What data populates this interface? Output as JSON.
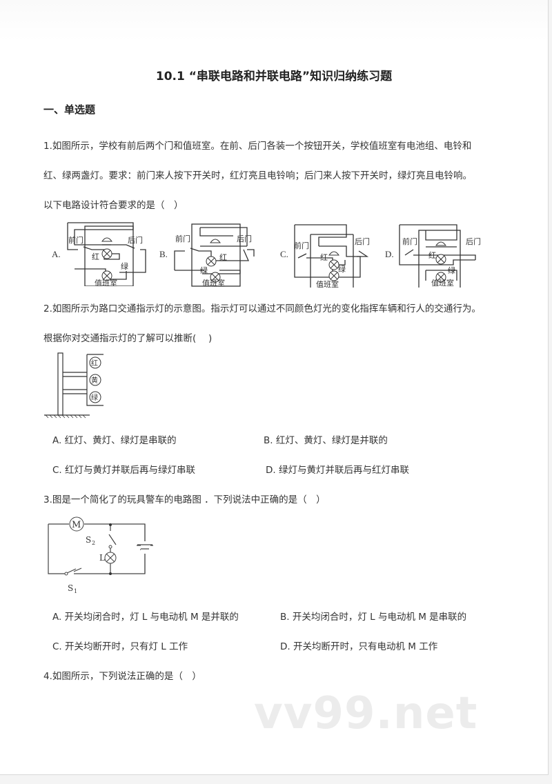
{
  "document": {
    "title": "10.1 “串联电路和并联电路”知识归纳练习题",
    "section": "一、单选题",
    "watermark": "vv99.net"
  },
  "questions": [
    {
      "lines": [
        "1.如图所示，学校有前后两个门和值班室。在前、后门各装一个按钮开关，学校值班室有电池组、电铃和",
        "红、绿两盏灯。要求：前门来人按下开关时，红灯亮且电铃响；后门来人按下开关时，绿灯亮且电铃响。",
        "以下电路设计符合要求的是（　）"
      ],
      "figure_options": [
        "A.",
        "B.",
        "C.",
        "D."
      ],
      "figure_labels": {
        "front_door": "前门",
        "back_door": "后门",
        "red": "红",
        "green": "绿",
        "duty_room": "值班室"
      }
    },
    {
      "lines": [
        "2.如图所示为路口交通指示灯的示意图。指示灯可以通过不同颜色灯光的变化指挥车辆和行人的交通行为。",
        "根据你对交通指示灯的了解可以推断(　 )"
      ],
      "figure_labels": {
        "red": "红",
        "yellow": "黄",
        "green": "绿"
      },
      "options": [
        "A. 红灯、黄灯、绿灯是串联的",
        "B. 红灯、黄灯、绿灯是并联的",
        "C. 红灯与黄灯并联后再与绿灯串联",
        "D. 绿灯与黄灯并联后再与红灯串联"
      ]
    },
    {
      "lines": [
        "3.图是一个简化了的玩具警车的电路图 ．下列说法中正确的是（　）"
      ],
      "figure_labels": {
        "motor": "M",
        "s2": "S",
        "s2_sub": "2",
        "lamp": "L",
        "s1": "S",
        "s1_sub": "1"
      },
      "options": [
        "A. 开关均闭合时，灯 L 与电动机 M 是并联的",
        "B. 开关均闭合时，灯 L 与电动机 M 是串联的",
        "C. 开关均断开时，只有灯 L 工作",
        "D. 开关均断开时，只有电动机 M 工作"
      ]
    },
    {
      "lines": [
        "4.如图所示，下列说法正确的是（　）"
      ]
    }
  ]
}
